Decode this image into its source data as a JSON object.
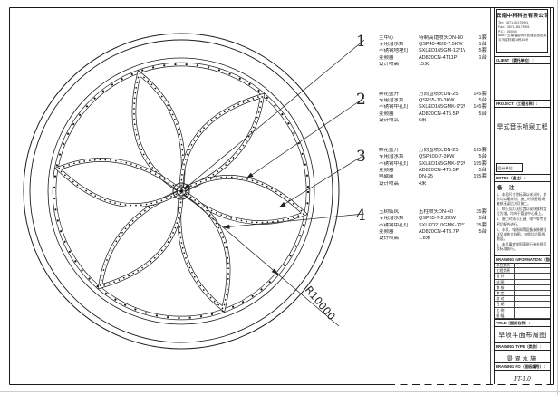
{
  "drawing": {
    "radius_label": "R10000"
  },
  "annotations": [
    {
      "num": "1",
      "rows": [
        {
          "label": "主中心",
          "spec": "特制高炮喷头DN-80",
          "qty": "1套"
        },
        {
          "label": "专用潜水泵",
          "spec": "QSP40-40/2-7.5KW",
          "qty": "1台"
        },
        {
          "label": "不锈钢地埋灯",
          "spec": "SXLED165GM-12*1W",
          "qty": "5套"
        },
        {
          "label": "变频器",
          "spec": "AD820CN-4T11P",
          "qty": "1台"
        },
        {
          "label": "设计喷高",
          "spec": "15米",
          "qty": ""
        }
      ]
    },
    {
      "num": "2",
      "rows": [
        {
          "label": "鲜花盛开",
          "spec": "万向直喷头DN-25",
          "qty": "145套"
        },
        {
          "label": "专用潜水泵",
          "spec": "QSP65-10-3KW",
          "qty": "5台"
        },
        {
          "label": "不锈钢中孔灯",
          "spec": "SXLED165GMK-9*2W",
          "qty": "145套"
        },
        {
          "label": "变频器",
          "spec": "AD820CN-4T5.5P",
          "qty": "5台"
        },
        {
          "label": "设计喷高",
          "spec": "6米",
          "qty": ""
        }
      ]
    },
    {
      "num": "3",
      "rows": [
        {
          "label": "鲜花盛开",
          "spec": "万向直喷头DN-25",
          "qty": "195套"
        },
        {
          "label": "专用潜水泵",
          "spec": "QSP100-7-3KW",
          "qty": "5台"
        },
        {
          "label": "不锈钢中孔灯",
          "spec": "SXLED165GMK-9*2W",
          "qty": "195套"
        },
        {
          "label": "变频器",
          "spec": "AD820CN-4T5.5P",
          "qty": "5台"
        },
        {
          "label": "电磁阀",
          "spec": "DN-25",
          "qty": "195套"
        },
        {
          "label": "设计喷高",
          "spec": "4米",
          "qty": ""
        }
      ]
    },
    {
      "num": "4",
      "rows": [
        {
          "label": "玉树临风",
          "spec": "玉柱喷头DN-40",
          "qty": "35套"
        },
        {
          "label": "专用潜水泵",
          "spec": "QSP65-7-2.2KW",
          "qty": "5台"
        },
        {
          "label": "不锈钢中孔灯",
          "spec": "SXLED210GMK-12*1W",
          "qty": "35套"
        },
        {
          "label": "变频器",
          "spec": "AD820CN-4T3.7P",
          "qty": "5台"
        },
        {
          "label": "设计喷高",
          "spec": "1.8米",
          "qty": ""
        }
      ]
    }
  ],
  "titleblock": {
    "company": {
      "name": "云南中科科技有限公司",
      "tel": "Tel：0871-65175901",
      "fax": "Fax：0871-65175901",
      "pc": "P.C：650000",
      "add1": "Add：云南省昆明市官渡区昌宏路",
      "add2": "义乌建材城19栋16号"
    },
    "client_label": "CLIENT（委托单位）:",
    "project_label": "PROJECT（工程名称）:",
    "project_name": "旱式音乐喷泉工程",
    "design_unit": "设计单位",
    "notes_label": "NOTES（备注）:",
    "notes_title": "备 注",
    "notes": [
      "1、本图尺寸除标高以米计外，其余均以毫米计，施工时须经现场复核无误后方可施工。",
      "2、喷头及灯具位置以现场放样定位为准，均布于管道中心线上。",
      "3、施工时须与土建、电气等专业密切配合进行。",
      "4、水泵、电磁阀等设备安装做法详见安装大样图，电缆均沿管线敷设。",
      "5、未尽事宜按国家现行有关规范及标准执行。"
    ],
    "drawing_info_label": "DRAWING INFORMATION（图纸信息）:",
    "info_rows": [
      "项目负责",
      "工程负责",
      "设  计",
      "制  图",
      "审  核",
      "审  定",
      "校  对",
      "日  期",
      "比  例",
      "图  幅"
    ],
    "title_label": "TITLE（图纸名称）:",
    "title_name": "旱喷平面布局图",
    "type_label": "DRAWING TYPE（类别）:",
    "type_name": "景观水施",
    "no_label": "DRAWING NO（图纸编号）:",
    "no_value": "PT-1.0"
  }
}
